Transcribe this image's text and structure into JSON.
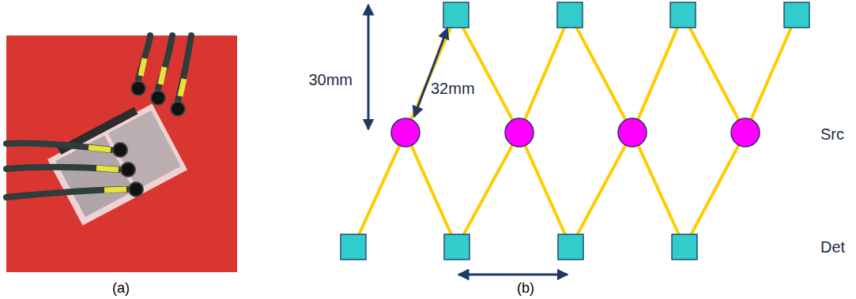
{
  "diagram": {
    "labels": [
      "(a)",
      "(b)",
      "30mm",
      "32mm",
      "Src",
      "Det"
    ]
  }
}
